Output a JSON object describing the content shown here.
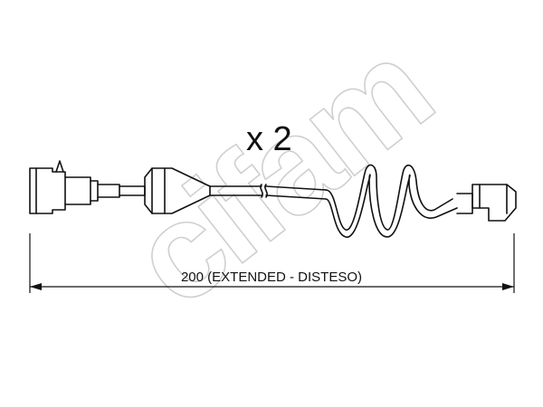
{
  "drawing": {
    "quantity_label": "x 2",
    "dimension_label": "200 (EXTENDED - DISTESO)"
  },
  "watermark": {
    "text": "cifam"
  },
  "colors": {
    "ink": "#111111",
    "watermark": "#cfcfcf",
    "background": "#ffffff"
  }
}
